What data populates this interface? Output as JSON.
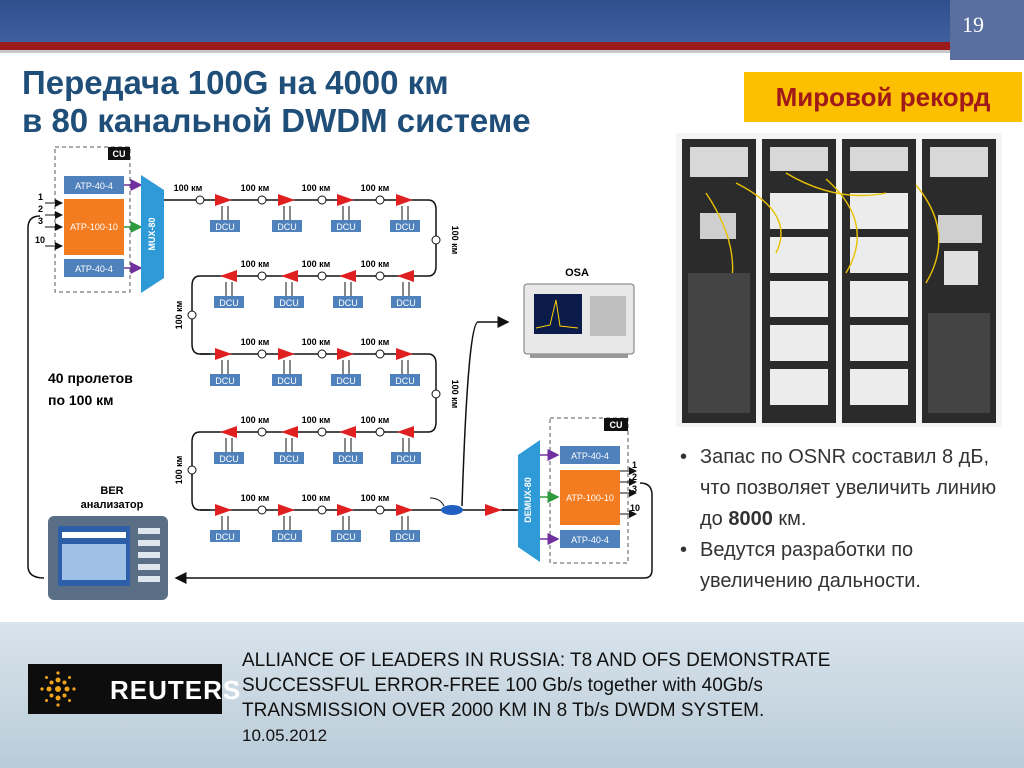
{
  "slide": {
    "page_number": "19",
    "title_line1": "Передача 100G на 4000 км",
    "title_line2": "в 80 канальной DWDM системе",
    "badge": "Мировой рекорд"
  },
  "diagram": {
    "cu_label": "CU",
    "atp_40": "ATP-40-4",
    "atp_100": "ATP-100-10",
    "mux": "MUX-80",
    "demux": "DEMUX-80",
    "dcu": "DCU",
    "span": "100 км",
    "osa": "OSA",
    "ber_line1": "BER",
    "ber_line2": "анализатор",
    "spans_line1": "40 пролетов",
    "spans_line2": "по 100 км",
    "port_1": "1",
    "port_2": "2",
    "port_3": "3",
    "port_10": "10"
  },
  "bullets": {
    "b1_part1": "Запас по OSNR составил 8 дБ, что позволяет увеличить линию до ",
    "b1_bold": "8000",
    "b1_part2": " км.",
    "b2": "Ведутся разработки по увеличению дальности."
  },
  "news": {
    "logo": "REUTERS",
    "headline_line1": "ALLIANCE OF LEADERS IN RUSSIA: T8 AND OFS DEMONSTRATE",
    "headline_line2": "SUCCESSFUL ERROR-FREE 100 Gb/s together with 40Gb/s",
    "headline_line3": "TRANSMISSION OVER 2000 KM IN 8 Tb/s DWDM SYSTEM.",
    "date": "10.05.2012"
  },
  "colors": {
    "title": "#1f4e79",
    "badge_bg": "#fdc000",
    "badge_text": "#a01a1a",
    "amplifier": "#e02020",
    "dcu": "#4f81bd",
    "mux": "#2f9ad8",
    "atp_100": "#f47c20"
  }
}
